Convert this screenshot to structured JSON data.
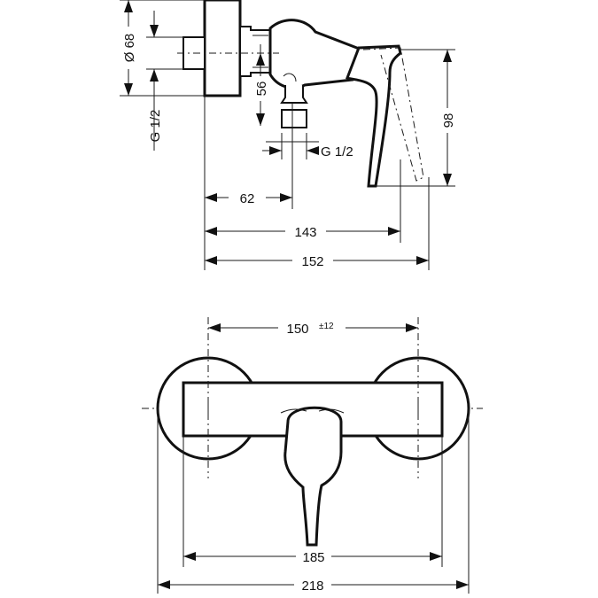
{
  "side_view": {
    "dims": {
      "diameter": "Ø 68",
      "thread_left": "G 1/2",
      "depth_56": "56",
      "thread_bottom": "G 1/2",
      "height_98": "98",
      "offset_62": "62",
      "length_143": "143",
      "length_152": "152"
    }
  },
  "front_view": {
    "dims": {
      "centers_value": "150",
      "centers_tolerance": "±12",
      "body_width": "185",
      "overall_width": "218"
    }
  }
}
